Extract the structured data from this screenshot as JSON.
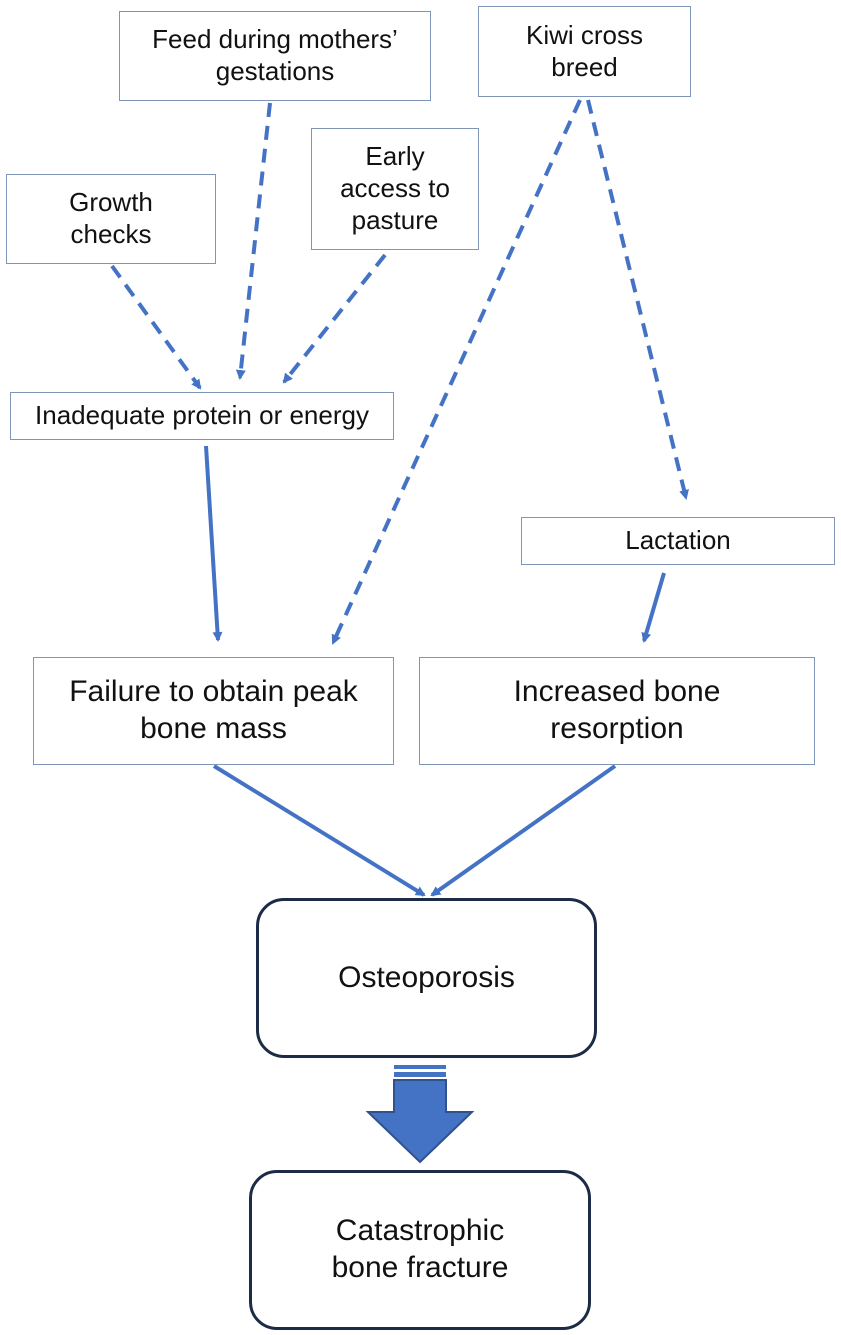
{
  "nodes": {
    "feed": "Feed during mothers’ gestations",
    "kiwi": "Kiwi cross breed",
    "early": "Early access to pasture",
    "growth": "Growth checks",
    "inadequate": "Inadequate protein or energy",
    "lactation": "Lactation",
    "failure": "Failure to obtain peak bone mass",
    "resorption": "Increased bone resorption",
    "osteoporosis": "Osteoporosis",
    "fracture": "Catastrophic bone fracture"
  },
  "edges": [
    {
      "from": "feed",
      "to": "inadequate",
      "style": "dashed"
    },
    {
      "from": "growth",
      "to": "inadequate",
      "style": "dashed"
    },
    {
      "from": "early",
      "to": "inadequate",
      "style": "dashed"
    },
    {
      "from": "kiwi",
      "to": "failure",
      "style": "dashed"
    },
    {
      "from": "kiwi",
      "to": "lactation",
      "style": "dashed"
    },
    {
      "from": "inadequate",
      "to": "failure",
      "style": "solid"
    },
    {
      "from": "lactation",
      "to": "resorption",
      "style": "solid"
    },
    {
      "from": "failure",
      "to": "osteoporosis",
      "style": "solid"
    },
    {
      "from": "resorption",
      "to": "osteoporosis",
      "style": "solid"
    },
    {
      "from": "osteoporosis",
      "to": "fracture",
      "style": "block-arrow"
    }
  ],
  "colors": {
    "arrow": "#4472c4",
    "box_border": "#7f96b8",
    "rounded_border": "#1c2b46"
  }
}
